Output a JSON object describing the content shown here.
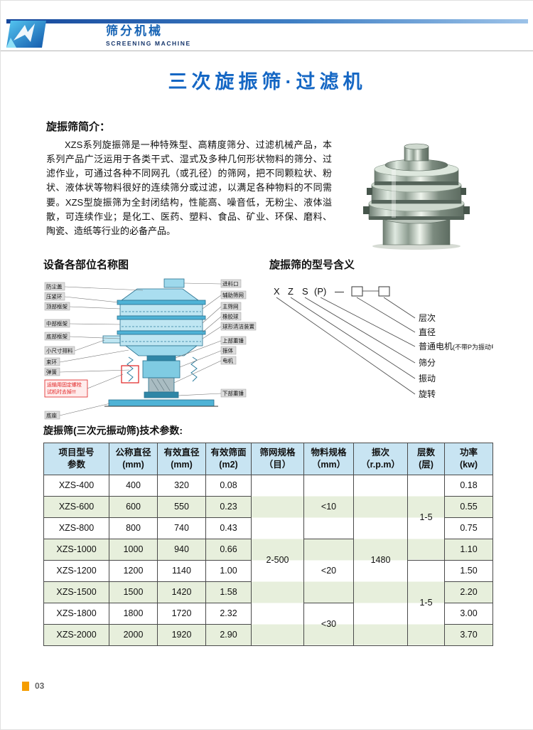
{
  "header": {
    "brand_cn": "筛分机械",
    "brand_en": "SCREENING MACHINE"
  },
  "title": "三次旋振筛·过滤机",
  "intro": {
    "heading": "旋振筛简介：",
    "body": "XZS系列旋振筛是一种特殊型、高精度筛分、过滤机械产品，本系列产品广泛运用于各类干式、湿式及多种几何形状物料的筛分、过滤作业，可通过各种不同网孔（或孔径）的筛网，把不同颗粒状、粉状、液体状等物料很好的连续筛分或过滤，以满足各种物料的不同需要。XZS型旋振筛为全封闭结构，性能高、噪音低，无粉尘、液体溢散，可连续作业；是化工、医药、塑料、食品、矿业、环保、磨料、陶瓷、造纸等行业的必备产品。"
  },
  "diagram": {
    "heading": "设备各部位名称图",
    "labels_left": [
      "防尘盖",
      "压紧环",
      "顶部框架",
      "中部框架",
      "底部框架",
      "小尺寸排料",
      "束环",
      "弹簧",
      "底座"
    ],
    "labels_right": [
      "进料口",
      "辅助筛网",
      "主筛网",
      "橡胶球",
      "球形清洁装置",
      "上部重锤",
      "振体",
      "电机",
      "下部重锤"
    ],
    "warning_line1": "运输用固定螺栓",
    "warning_line2": "试机时去掉!!!"
  },
  "model_meaning": {
    "heading": "旋振筛的型号含义",
    "code_x": "X",
    "code_z": "Z",
    "code_s": "S",
    "code_p": "(P)",
    "dash": "—",
    "labels": [
      "层次",
      "直径",
      "普通电机",
      "筛分",
      "振动",
      "旋转"
    ],
    "motor_note": "(不带P为振动电机)"
  },
  "table": {
    "heading": "旋振筛(三次元振动筛)技术参数:",
    "headers": [
      [
        "项目型号",
        "参数"
      ],
      [
        "公称直径",
        "(mm)"
      ],
      [
        "有效直径",
        "(mm)"
      ],
      [
        "有效筛面",
        "(m2)"
      ],
      [
        "筛网规格",
        "（目）"
      ],
      [
        "物料规格",
        "（mm）"
      ],
      [
        "振次",
        "（r.p.m）"
      ],
      [
        "层数",
        "(层)"
      ],
      [
        "功率",
        "(kw)"
      ]
    ],
    "rows": [
      {
        "model": "XZS-400",
        "nominal": "400",
        "effective": "320",
        "area": "0.08",
        "power": "0.18"
      },
      {
        "model": "XZS-600",
        "nominal": "600",
        "effective": "550",
        "area": "0.23",
        "power": "0.55"
      },
      {
        "model": "XZS-800",
        "nominal": "800",
        "effective": "740",
        "area": "0.43",
        "power": "0.75"
      },
      {
        "model": "XZS-1000",
        "nominal": "1000",
        "effective": "940",
        "area": "0.66",
        "power": "1.10"
      },
      {
        "model": "XZS-1200",
        "nominal": "1200",
        "effective": "1140",
        "area": "1.00",
        "power": "1.50"
      },
      {
        "model": "XZS-1500",
        "nominal": "1500",
        "effective": "1420",
        "area": "1.58",
        "power": "2.20"
      },
      {
        "model": "XZS-1800",
        "nominal": "1800",
        "effective": "1720",
        "area": "2.32",
        "power": "3.00"
      },
      {
        "model": "XZS-2000",
        "nominal": "2000",
        "effective": "1920",
        "area": "2.90",
        "power": "3.70"
      }
    ],
    "merged": {
      "mesh": "2-500",
      "materials": [
        "<10",
        "<20",
        "<30"
      ],
      "vibration": "1480",
      "layers": [
        "1-5",
        "1-5"
      ]
    }
  },
  "footer": {
    "page_number": "03"
  }
}
